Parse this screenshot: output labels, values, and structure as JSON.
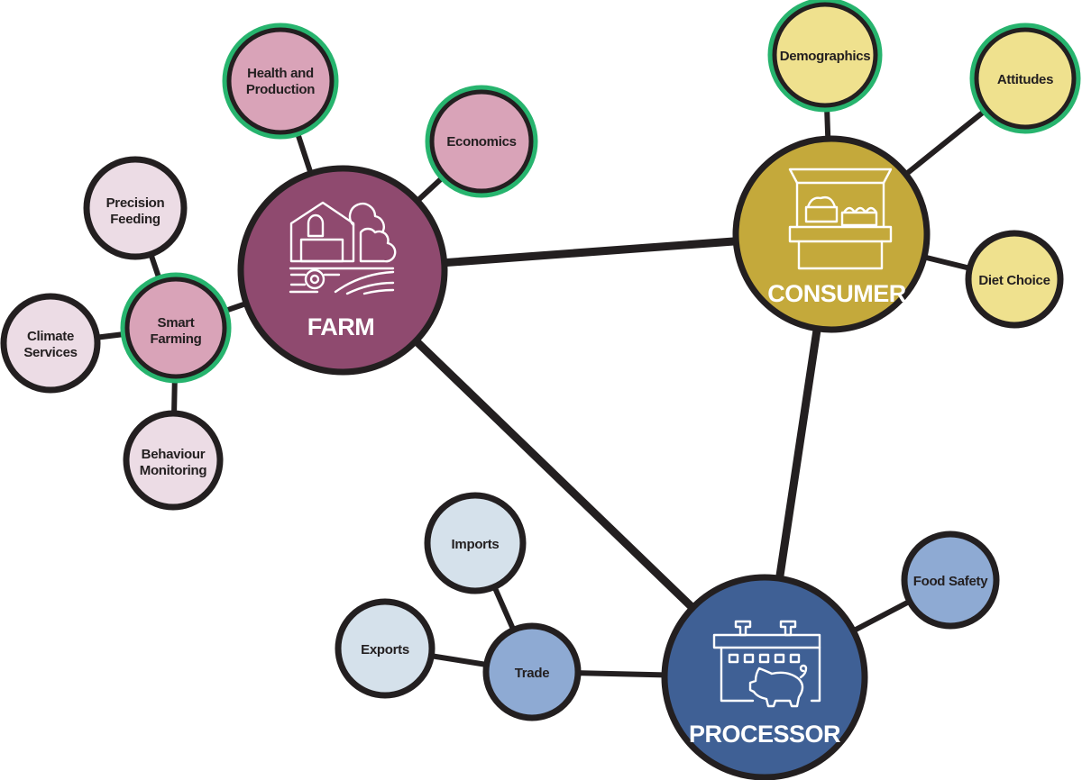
{
  "title": "Farm to consumer network",
  "colors": {
    "farm": "#8f4a6f",
    "farm_sub": "#d9a3b8",
    "farm_leaf": "#ecdce5",
    "consumer": "#c4a93b",
    "consumer_sub": "#efe18e",
    "processor": "#3f6095",
    "processor_sub": "#8eaad3",
    "processor_leaf": "#d5e1eb",
    "highlight_ring": "#27b46e",
    "outline": "#231f20"
  },
  "hubs": {
    "farm": "FARM",
    "consumer": "CONSUMER",
    "processor": "PROCESSOR"
  },
  "nodes": {
    "health": [
      "Health and",
      "Production"
    ],
    "economics": [
      "Economics"
    ],
    "precision": [
      "Precision",
      "Feeding"
    ],
    "smart": [
      "Smart",
      "Farming"
    ],
    "climate": [
      "Climate",
      "Services"
    ],
    "behaviour": [
      "Behaviour",
      "Monitoring"
    ],
    "demographics": [
      "Demographics"
    ],
    "attitudes": [
      "Attitudes"
    ],
    "diet": [
      "Diet Choice"
    ],
    "food_safety": [
      "Food Safety"
    ],
    "imports": [
      "Imports"
    ],
    "exports": [
      "Exports"
    ],
    "trade": [
      "Trade"
    ]
  }
}
